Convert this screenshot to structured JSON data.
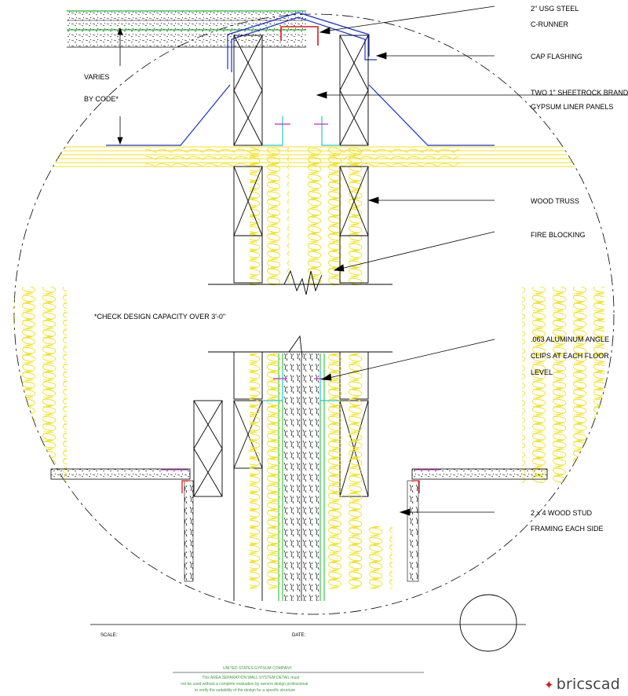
{
  "callouts": {
    "steel_runner": [
      "2\" USG STEEL",
      "C-RUNNER"
    ],
    "cap_flashing": "CAP FLASHING",
    "liner_panels": [
      "TWO 1\" SHEETROCK BRAND",
      "GYPSUM LINER PANELS"
    ],
    "wood_truss": "WOOD TRUSS",
    "fire_blocking": "FIRE BLOCKING",
    "aluminum_angle": [
      ".063 ALUMINUM ANGLE",
      "CLIPS AT EACH FLOOR",
      "LEVEL"
    ],
    "wood_stud": [
      "2 x 4 WOOD STUD",
      "FRAMING EACH SIDE"
    ],
    "varies": [
      "VARIES",
      "BY CODE*"
    ],
    "check_note": "*CHECK DESIGN CAPACITY OVER 3'-0\""
  },
  "title_block": {
    "scale_label": "SCALE:",
    "date_label": "DATE:",
    "company": "UNITED STATES GYPSUM COMPANY",
    "disclaimer": [
      "This AREA SEPARATION WALL SYSTEM DETAIL must",
      "not be used without a complete evaluation by owners design professional",
      "to verify the suitability of the design for a specific structure"
    ]
  },
  "branding": {
    "name": "bricscad"
  },
  "colors": {
    "insulation": "#f0e020",
    "flashing": "#1a2fd6",
    "clip": "#e01818",
    "panel": "#16b82a",
    "cyan": "#20c8c8",
    "magenta": "#d020d0"
  }
}
